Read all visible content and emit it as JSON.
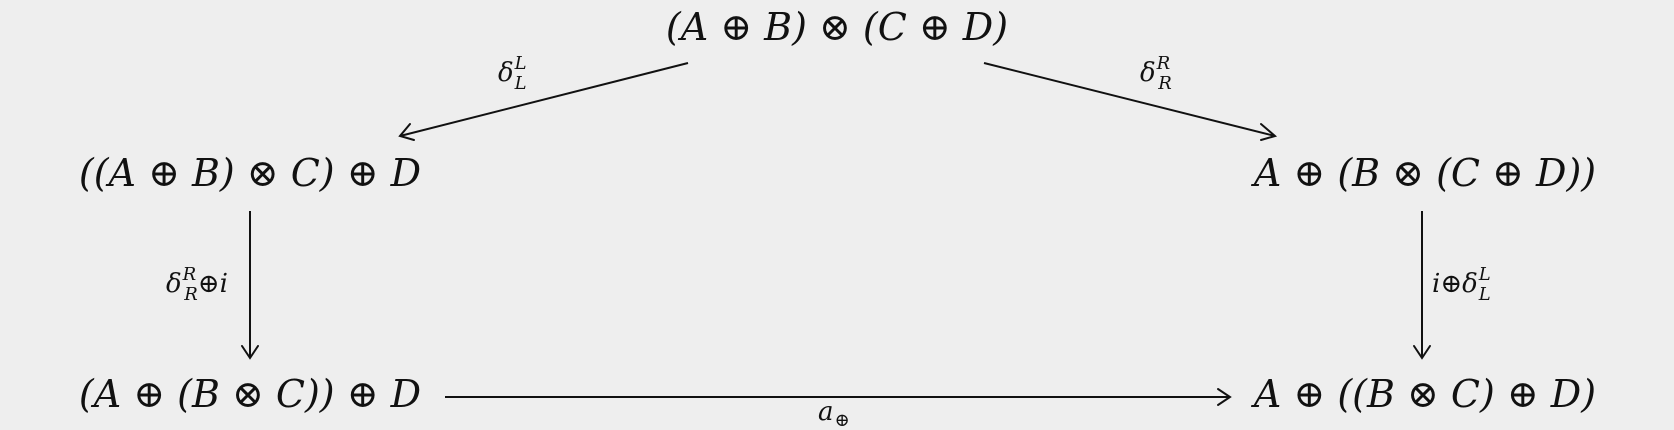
{
  "diagram": {
    "nodes": {
      "top": "(A ⊕ B) ⊗ (C ⊕ D)",
      "left_mid": "((A ⊕ B) ⊗ C) ⊕ D",
      "right_mid": "A ⊕ (B ⊗ (C ⊕ D))",
      "left_bottom": "(A ⊕ (B ⊗ C)) ⊕ D",
      "right_bottom": "A ⊕ ((B ⊗ C) ⊕ D)"
    },
    "labels": {
      "top_left": {
        "base": "δ",
        "sup": "L",
        "sub": "L"
      },
      "top_right": {
        "base": "δ",
        "sup": "R",
        "sub": "R"
      },
      "left_vertical": {
        "base": "δ",
        "sup": "R",
        "sub": "R",
        "suffix": "⊕i"
      },
      "right_vertical": {
        "prefix": "i⊕",
        "base": "δ",
        "sup": "L",
        "sub": "L"
      },
      "bottom": {
        "base": "a",
        "sub": "⊕"
      }
    }
  }
}
